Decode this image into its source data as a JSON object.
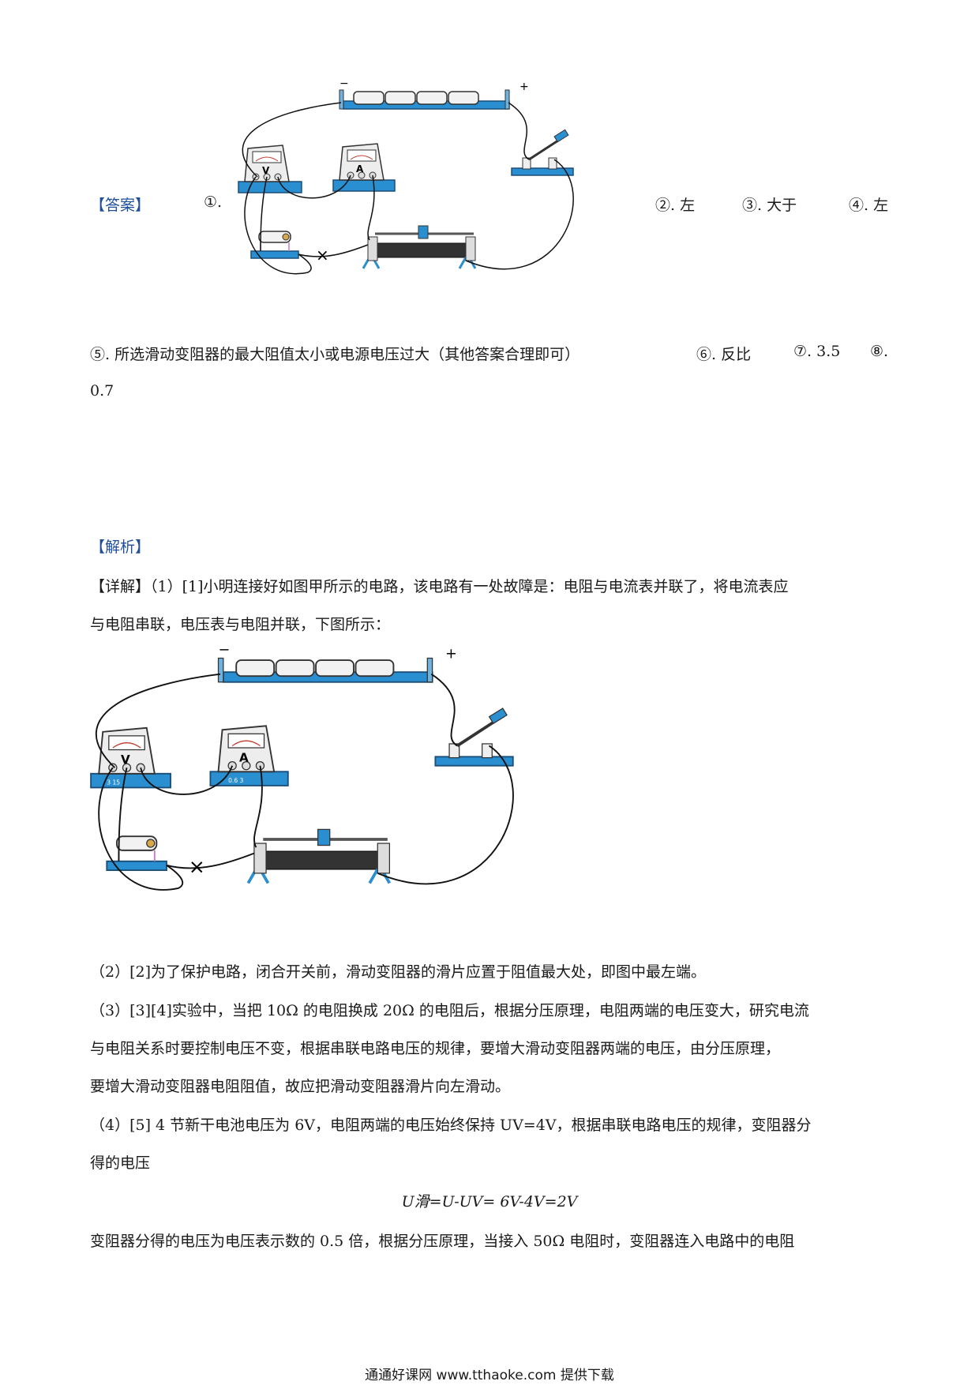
{
  "answer": {
    "tag": "【答案】",
    "n1": "①.",
    "n2": "②. 左",
    "n3": "③. 大于",
    "n4": "④. 左",
    "line2": "⑤. 所选滑动变阻器的最大阻值太小或电源电压过大（其他答案合理即可）",
    "n6": "⑥. 反比",
    "n7": "⑦. 3.5",
    "n8": "⑧.",
    "n8_value": "0.7"
  },
  "analysis": {
    "tag": "【解析】",
    "p1_line1": "【详解】（1）[1]小明连接好如图甲所示的电路，该电路有一处故障是：电阻与电流表并联了，将电流表应",
    "p1_line2": "与电阻串联，电压表与电阻并联，下图所示：",
    "p2": "（2）[2]为了保护电路，闭合开关前，滑动变阻器的滑片应置于阻值最大处，即图中最左端。",
    "p3_line1": "（3）[3][4]实验中，当把 10Ω 的电阻换成 20Ω 的电阻后，根据分压原理，电阻两端的电压变大，研究电流",
    "p3_line2": "与电阻关系时要控制电压不变，根据串联电路电压的规律，要增大滑动变阻器两端的电压，由分压原理，",
    "p3_line3": "要增大滑动变阻器电阻阻值，故应把滑动变阻器滑片向左滑动。",
    "p4_line1": "（4）[5] 4 节新干电池电压为 6V，电阻两端的电压始终保持 UV=4V，根据串联电路电压的规律，变阻器分",
    "p4_line2": "得的电压",
    "formula": "U滑=U-UV= 6V-4V=2V",
    "p5": "变阻器分得的电压为电压表示数的 0.5 倍，根据分压原理，当接入 50Ω 电阻时，变阻器连入电路中的电阻"
  },
  "diagram_labels": {
    "minus": "−",
    "plus": "+",
    "voltmeter": "V",
    "ammeter": "A",
    "v_terminals": "3  15",
    "a_terminals": "0.6  3",
    "cross": "×"
  },
  "footer": "通通好课网  www.tthaoke.com  提供下载",
  "colors": {
    "tag": "#1f4e9a",
    "device_blue": "#2a8fd0",
    "wire": "#111111"
  }
}
